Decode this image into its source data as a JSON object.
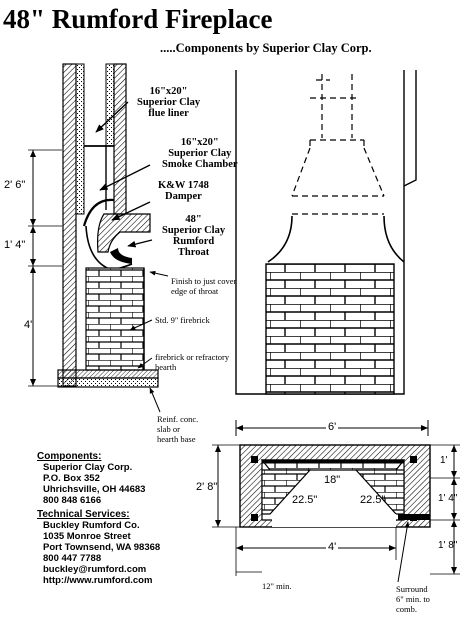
{
  "header": {
    "title": "48\" Rumford Fireplace",
    "subtitle": ".....Components by Superior Clay Corp."
  },
  "component_labels": {
    "flue_liner": [
      "16\"x20\"",
      "Superior Clay",
      "flue liner"
    ],
    "smoke_chamber": [
      "16\"x20\"",
      "Superior Clay",
      "Smoke Chamber"
    ],
    "damper": [
      "K&W 1748",
      "Damper"
    ],
    "throat": [
      "48\"",
      "Superior Clay",
      "Rumford",
      "Throat"
    ]
  },
  "notes": {
    "finish": [
      "Finish to just cover",
      "edge of throat"
    ],
    "firebrick": "Std. 9\" firebrick",
    "hearth": [
      "firebrick or refractory",
      "hearth"
    ],
    "slab": [
      "Reinf. conc.",
      "slab or",
      "hearth base"
    ],
    "min_12": "12\" min.",
    "surround": [
      "Surround",
      "6\" min. to",
      "comb."
    ]
  },
  "dimensions": {
    "section_a": "2' 6\"",
    "section_b": "1' 4\"",
    "section_c": "4'",
    "plan_width": "6'",
    "plan_depth": "2' 8\"",
    "plan_opening": "4'",
    "plan_back": "18\"",
    "plan_angle_left": "22.5\"",
    "plan_angle_right": "22.5\"",
    "plan_right_1": "1'",
    "plan_right_2": "1' 4\"",
    "plan_right_3": "1' 8\""
  },
  "components_block": {
    "heading": "Components:",
    "lines": [
      "Superior Clay Corp.",
      "P.O. Box 352",
      "Uhrichsville, OH 44683",
      "800 848 6166"
    ]
  },
  "services_block": {
    "heading": "Technical Services:",
    "lines": [
      "Buckley Rumford Co.",
      "1035 Monroe Street",
      "Port Townsend, WA 98368",
      "800 447 7788",
      "buckley@rumford.com",
      "http://www.rumford.com"
    ]
  }
}
